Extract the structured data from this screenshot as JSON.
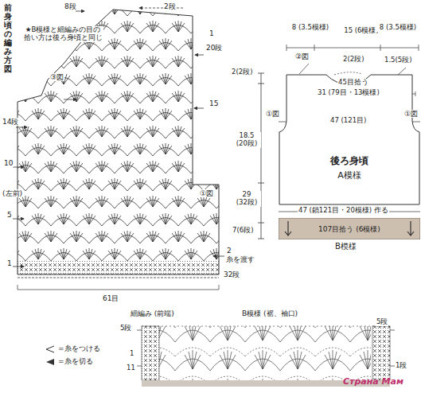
{
  "diagram": {
    "title": "前身頃の編み方図",
    "nodes": [
      {
        "text": [
          "後ろ身頃",
          "A模様"
        ]
      },
      {
        "text": [
          "107目拾う (6模様)"
        ]
      }
    ],
    "labels": [
      "★B模様と細編みの目の 拾い方は後ろ身頃と同じ",
      "8段",
      "2段",
      "1",
      "20段",
      "③図",
      "15",
      "14段",
      "10",
      "(左前)",
      "5",
      "①図",
      "1",
      "2",
      "糸を渡す",
      "32段",
      "61目",
      "2(2段)",
      "18.5 (20段)",
      "29 (32段)",
      "7(6段)",
      "8 (3.5模様)",
      "15 (6模様)",
      "8 (3.5模様)",
      "②図",
      "2(2段)",
      "1.5(5段)",
      "45目拾う",
      "31 (79目・13模様)",
      "①図",
      "①図",
      "47 (121目)",
      "47 (鎖121目・20模様) 作る",
      "B模様",
      "細編み (前端)",
      "B模様 (裾、袖口)",
      "5段",
      "1",
      "11",
      "5段",
      "1段",
      "Страна Мам"
    ],
    "legend": [
      {
        "text": "=糸をつける"
      },
      {
        "text": "=糸を切る"
      }
    ]
  }
}
